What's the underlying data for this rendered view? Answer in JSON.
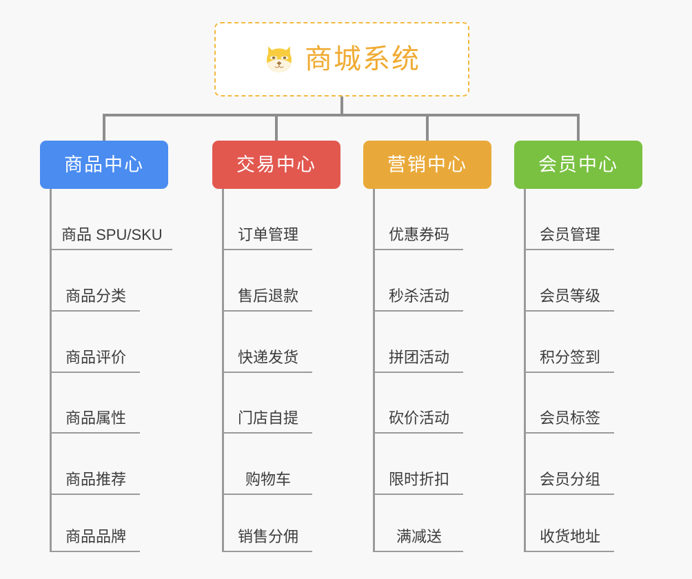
{
  "page": {
    "background_color": "#f8f8f8",
    "title": "商城系统"
  },
  "root": {
    "label": "商城系统",
    "icon": "shiba-dog-face-icon",
    "text_color": "#f0ab33",
    "border_color": "#f2b93f",
    "background_color": "#ffffff"
  },
  "connector_color": "#8d8d8d",
  "columns": [
    {
      "title": "商品中心",
      "color": "#4a8cf0",
      "items": [
        "商品 SPU/SKU",
        "商品分类",
        "商品评价",
        "商品属性",
        "商品推荐",
        "商品品牌"
      ]
    },
    {
      "title": "交易中心",
      "color": "#e2584f",
      "items": [
        "订单管理",
        "售后退款",
        "快递发货",
        "门店自提",
        "购物车",
        "销售分佣"
      ]
    },
    {
      "title": "营销中心",
      "color": "#e9a93a",
      "items": [
        "优惠券码",
        "秒杀活动",
        "拼团活动",
        "砍价活动",
        "限时折扣",
        "满减送"
      ]
    },
    {
      "title": "会员中心",
      "color": "#7ac142",
      "items": [
        "会员管理",
        "会员等级",
        "积分签到",
        "会员标签",
        "会员分组",
        "收货地址"
      ]
    }
  ]
}
